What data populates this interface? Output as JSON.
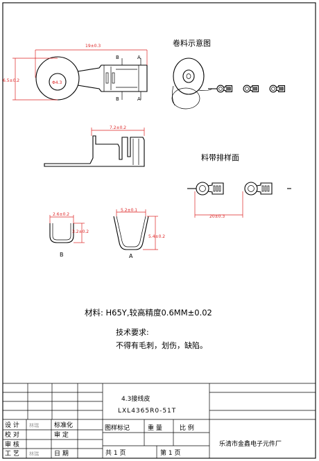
{
  "drawing": {
    "views": {
      "top_dims": {
        "length": "19±0.3",
        "width": "6.5±0.2",
        "hole": "Φ4.3"
      },
      "section_marks": {
        "b1": "B",
        "a1": "A",
        "b2": "B",
        "a2": "A"
      },
      "side_dims": {
        "length": "7.2±0.2"
      },
      "section_b": {
        "width": "2.6±0.2",
        "height": "3.2±0.2",
        "label": "B"
      },
      "section_a": {
        "width": "5.2±0.1",
        "height": "5.4±0.2",
        "label": "A"
      },
      "reel_title": "卷料示意图",
      "strip_title": "料带排样面",
      "strip_dim": "20±0.3"
    },
    "notes": {
      "material": "材料:  H65Y,较高精度0.6MM±0.02",
      "tech_title": "技术要求:",
      "tech_body": "不得有毛刺，划伤，缺陷。"
    },
    "title_block": {
      "part_name": "4.3接线皮",
      "part_code": "LXL4365R0-51T",
      "roles": [
        {
          "label": "设  计",
          "signer": "林瑞",
          "col2": "标准化"
        },
        {
          "label": "校  对",
          "signer": "",
          "col2": "审  定"
        },
        {
          "label": "审  核",
          "signer": "",
          "col2": ""
        },
        {
          "label": "工  艺",
          "signer": "林瑞",
          "col2": "日  期"
        }
      ],
      "col_headers": {
        "mark": "图样标记",
        "weight": "重  量",
        "scale": "比  例"
      },
      "sheets": {
        "total": "共  1   页",
        "current": "第  1   页"
      },
      "company": "乐清市金鑫电子元件厂"
    }
  }
}
